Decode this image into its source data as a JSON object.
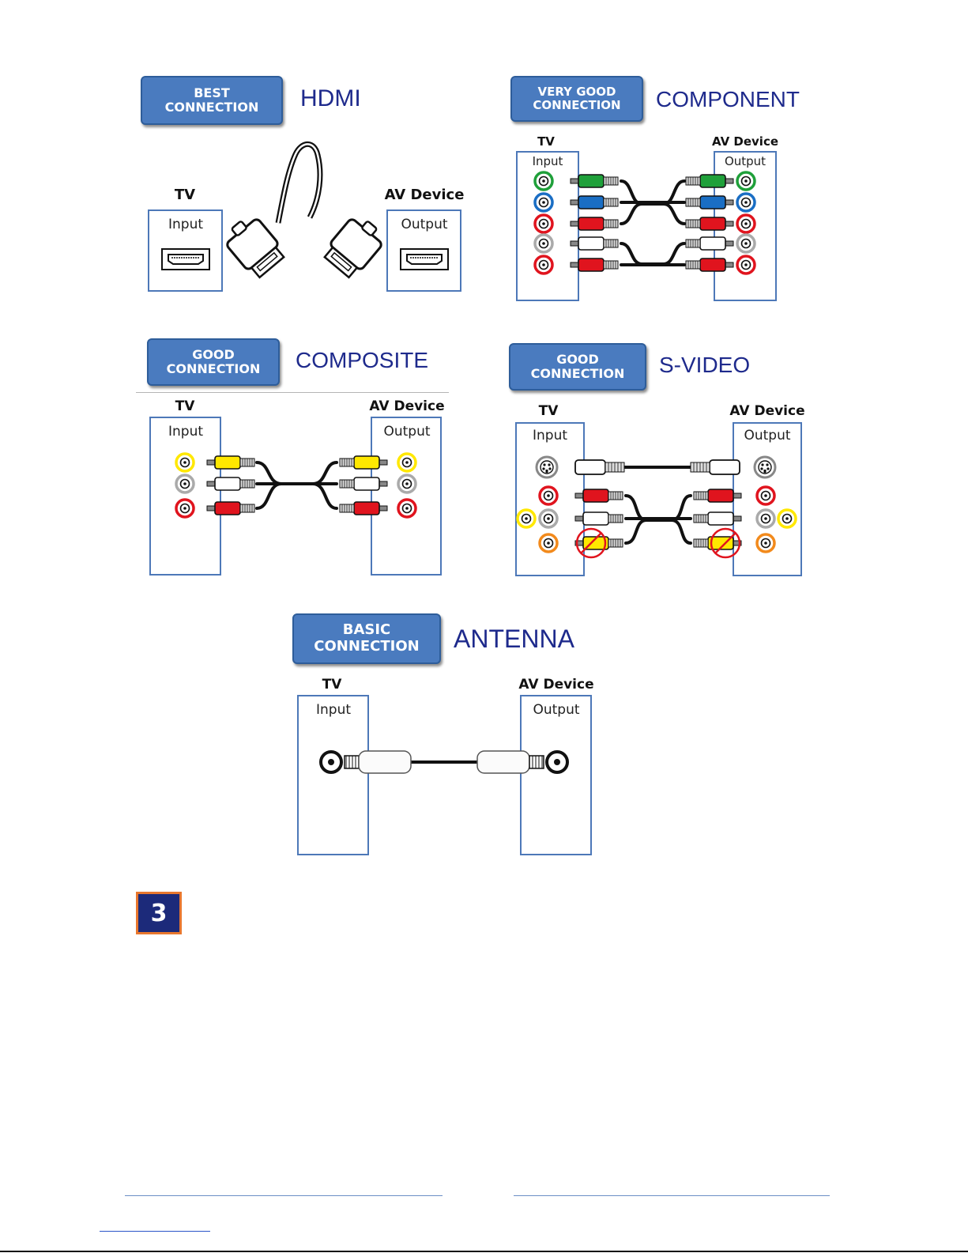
{
  "colors": {
    "badge": "#4a7bbf",
    "title": "#1e2a8c",
    "box_border": "#4d78b8",
    "green": "#1fa03a",
    "blue": "#1a6ec4",
    "red": "#e0141e",
    "white": "#ffffff",
    "yellow": "#ffe800",
    "orange": "#f28a1c",
    "step_bg": "#1c2a7a",
    "step_border": "#e8772e"
  },
  "sections": {
    "hdmi": {
      "badge_line1": "BEST",
      "badge_line2": "CONNECTION",
      "title": "HDMI",
      "tv_label": "TV",
      "tv_port_label": "Input",
      "av_label": "AV Device",
      "av_port_label": "Output"
    },
    "component": {
      "badge_line1": "VERY GOOD",
      "badge_line2": "CONNECTION",
      "title": "COMPONENT",
      "tv_label": "TV",
      "tv_port_label": "Input",
      "av_label": "AV Device",
      "av_port_label": "Output"
    },
    "composite": {
      "badge_line1": "GOOD",
      "badge_line2": "CONNECTION",
      "title": "COMPOSITE",
      "tv_label": "TV",
      "tv_port_label": "Input",
      "av_label": "AV Device",
      "av_port_label": "Output"
    },
    "svideo": {
      "badge_line1": "GOOD",
      "badge_line2": "CONNECTION",
      "title": "S-VIDEO",
      "tv_label": "TV",
      "tv_port_label": "Input",
      "av_label": "AV Device",
      "av_port_label": "Output"
    },
    "antenna": {
      "badge_line1": "BASIC",
      "badge_line2": "CONNECTION",
      "title": "ANTENNA",
      "tv_label": "TV",
      "tv_port_label": "Input",
      "av_label": "AV Device",
      "av_port_label": "Output"
    }
  },
  "step": {
    "number": "3"
  }
}
